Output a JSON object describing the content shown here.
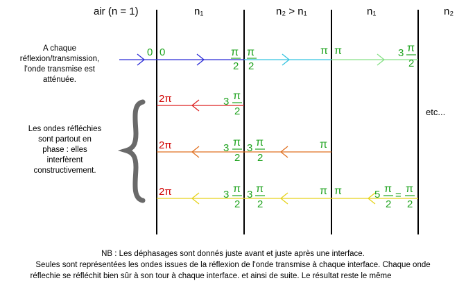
{
  "media": {
    "header": {
      "air": "air (n = 1)",
      "n1_a": "n₁",
      "n2_gt_n1": "n₂ > n₁",
      "n1_b": "n₁",
      "n2": "n₂"
    },
    "left_notes": {
      "transmission": [
        "A chaque",
        "réflexion/transmission,",
        "l'onde transmise est",
        "atténuée."
      ],
      "reflected": [
        "Les ondes réfléchies",
        "sont partout en",
        "phase : elles",
        "interfèrent",
        "constructivement."
      ]
    },
    "etc": "etc...",
    "phase_labels": {
      "zero_left": "0",
      "zero_right": "0",
      "two_pi": "2π",
      "pi": "π",
      "three": "3",
      "five": "5",
      "two": "2",
      "equals": "="
    },
    "footer": {
      "line1": "NB : Les déphasages sont donnés juste avant et juste après une interface.",
      "line2": "Seules sont représentées les ondes issues de la réflexion de l'onde transmise à chaque interface. Chaque onde",
      "line3": "réflechie se réfléchit bien sûr à son tour à chaque interface. et ainsi de suite. Le résultat reste le même"
    },
    "colors": {
      "text_black": "#000000",
      "phase_green": "#1fa31f",
      "phase_red": "#d00000",
      "ray_blue": "#2b2bd6",
      "ray_cyan": "#35c4e0",
      "ray_green": "#86e086",
      "ray_red": "#dd2222",
      "ray_orange": "#e07020",
      "ray_yellow": "#e6d21a",
      "brace_gray": "#6a6a6a"
    }
  }
}
